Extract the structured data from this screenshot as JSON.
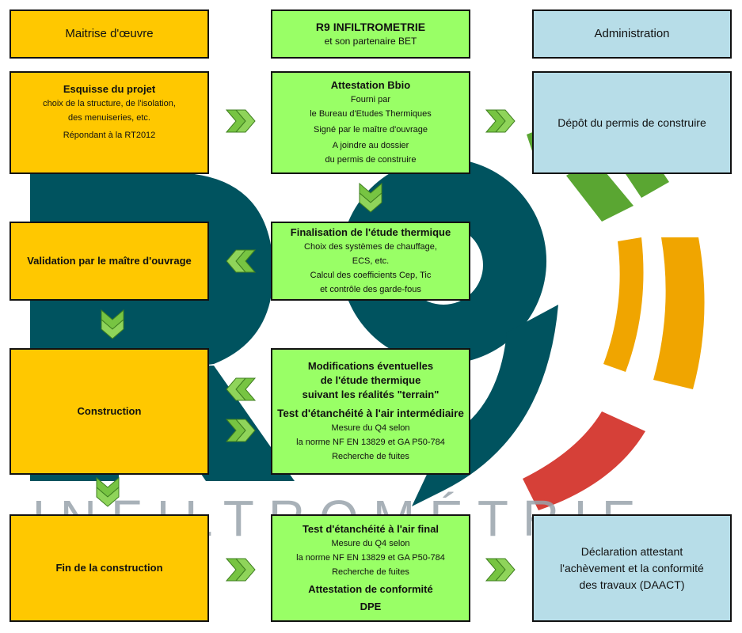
{
  "columns": {
    "moe": "Maitrise d'œuvre",
    "r9_title": "R9 INFILTROMETRIE",
    "r9_sub": "et son partenaire BET",
    "admin": "Administration"
  },
  "esquisse": {
    "title": "Esquisse du projet",
    "line1": "choix de la structure, de l'isolation,",
    "line2": "des menuiseries, etc.",
    "line3": "Répondant à la RT2012"
  },
  "bbio": {
    "title": "Attestation Bbio",
    "line1": "Fourni par",
    "line2": "le Bureau d'Etudes Thermiques",
    "line3": "Signé par le maître d'ouvrage",
    "line4": "A joindre au dossier",
    "line5": "du permis de construire"
  },
  "permis": {
    "title": "Dépôt du permis de construire"
  },
  "validation": {
    "title": "Validation par le maître d'ouvrage"
  },
  "finalisation": {
    "title": "Finalisation de l'étude thermique",
    "line1": "Choix des systèmes de chauffage,",
    "line2": "ECS, etc.",
    "line3": "Calcul des coefficients Cep, Tic",
    "line4": "et contrôle des garde-fous"
  },
  "construction": {
    "title": "Construction"
  },
  "modifs": {
    "title1": "Modifications éventuelles",
    "title2": "de l'étude thermique",
    "title3": "suivant les réalités \"terrain\"",
    "title4": "Test d'étanchéité à l'air intermédiaire",
    "line1": "Mesure du Q4 selon",
    "line2": "la norme NF EN 13829 et GA P50-784",
    "line3": "Recherche de fuites"
  },
  "fin": {
    "title": "Fin de la construction"
  },
  "final_test": {
    "title": "Test d'étanchéité à l'air final",
    "line1": "Mesure du Q4 selon",
    "line2": "la norme NF EN 13829 et GA P50-784",
    "line3": "Recherche de fuites",
    "title2": "Attestation de conformité",
    "title3": "DPE"
  },
  "daact": {
    "line1": "Déclaration attestant",
    "line2": "l'achèvement et la conformité",
    "line3": "des travaux (DAACT)"
  },
  "background": {
    "brand_text": "INFILTROMÉTRIE"
  },
  "colors": {
    "yellow": "#ffc800",
    "green": "#99ff66",
    "blue": "#b7dde8",
    "arrow": "#77c442",
    "logo_teal": "#00535f",
    "logo_green": "#5aa632",
    "logo_orange": "#f0a500",
    "logo_red": "#d64038"
  }
}
